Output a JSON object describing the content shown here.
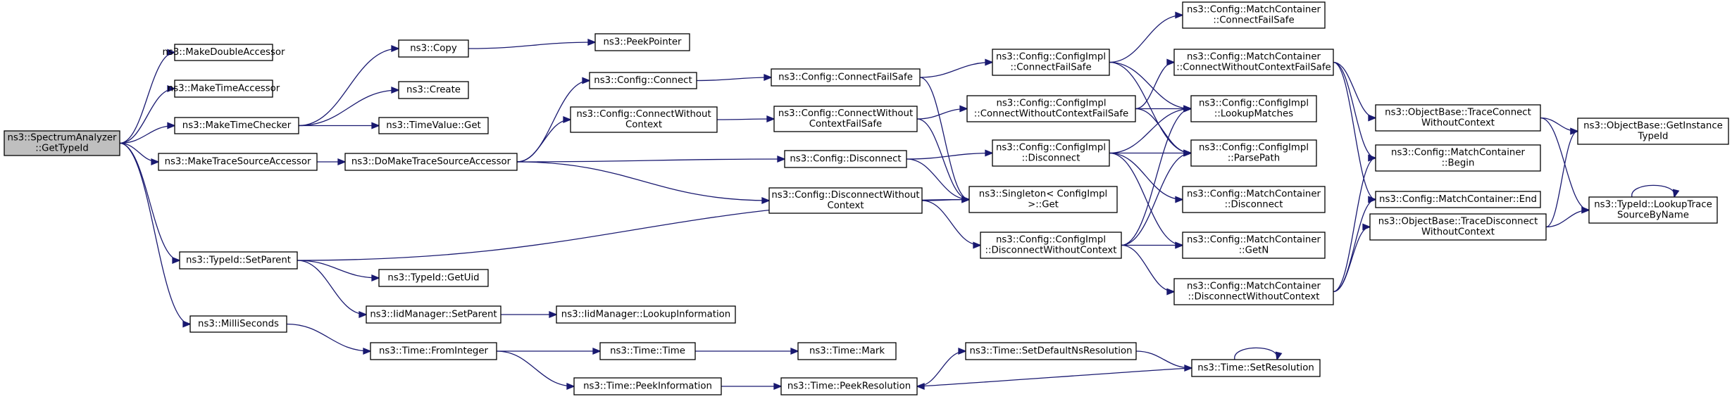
{
  "colors": {
    "edge": "#191970",
    "root_fill": "#bfbfbf",
    "node_fill": "#ffffff",
    "node_border": "#000000"
  },
  "nodes": {
    "n0": {
      "lines": [
        "ns3::SpectrumAnalyzer",
        "::GetTypeId"
      ],
      "root": true
    },
    "n1": {
      "lines": [
        "ns3::MakeDoubleAccessor"
      ]
    },
    "n2": {
      "lines": [
        "ns3::MakeTimeAccessor"
      ]
    },
    "n3": {
      "lines": [
        "ns3::MakeTimeChecker"
      ]
    },
    "n4": {
      "lines": [
        "ns3::MakeTraceSourceAccessor"
      ]
    },
    "n5": {
      "lines": [
        "ns3::TypeId::SetParent"
      ]
    },
    "n6": {
      "lines": [
        "ns3::MilliSeconds"
      ]
    },
    "n7": {
      "lines": [
        "ns3::Copy"
      ]
    },
    "n8": {
      "lines": [
        "ns3::PeekPointer"
      ]
    },
    "n9": {
      "lines": [
        "ns3::Create"
      ]
    },
    "n10": {
      "lines": [
        "ns3::TimeValue::Get"
      ]
    },
    "n11": {
      "lines": [
        "ns3::DoMakeTraceSourceAccessor"
      ]
    },
    "n12": {
      "lines": [
        "ns3::Config::Connect"
      ]
    },
    "n13": {
      "lines": [
        "ns3::Config::ConnectWithout",
        "Context"
      ]
    },
    "n14": {
      "lines": [
        "ns3::Config::ConnectFailSafe"
      ]
    },
    "n15": {
      "lines": [
        "ns3::Config::ConnectWithout",
        "ContextFailSafe"
      ]
    },
    "n16": {
      "lines": [
        "ns3::Config::Disconnect"
      ]
    },
    "n17": {
      "lines": [
        "ns3::Config::DisconnectWithout",
        "Context"
      ]
    },
    "n18": {
      "lines": [
        "ns3::Singleton< ConfigImpl",
        " >::Get"
      ]
    },
    "n19": {
      "lines": [
        "ns3::Config::ConfigImpl",
        "::ConnectFailSafe"
      ]
    },
    "n20": {
      "lines": [
        "ns3::Config::ConfigImpl",
        "::ConnectWithoutContextFailSafe"
      ]
    },
    "n21": {
      "lines": [
        "ns3::Config::ConfigImpl",
        "::Disconnect"
      ]
    },
    "n22": {
      "lines": [
        "ns3::Config::ConfigImpl",
        "::DisconnectWithoutContext"
      ]
    },
    "n23": {
      "lines": [
        "ns3::Config::MatchContainer",
        "::ConnectFailSafe"
      ]
    },
    "n24": {
      "lines": [
        "ns3::Config::MatchContainer",
        "::ConnectWithoutContextFailSafe"
      ]
    },
    "n25": {
      "lines": [
        "ns3::Config::ConfigImpl",
        "::LookupMatches"
      ]
    },
    "n26": {
      "lines": [
        "ns3::Config::ConfigImpl",
        "::ParsePath"
      ]
    },
    "n27": {
      "lines": [
        "ns3::Config::MatchContainer",
        "::Disconnect"
      ]
    },
    "n28": {
      "lines": [
        "ns3::Config::MatchContainer",
        "::GetN"
      ]
    },
    "n29": {
      "lines": [
        "ns3::Config::MatchContainer",
        "::DisconnectWithoutContext"
      ]
    },
    "n30": {
      "lines": [
        "ns3::ObjectBase::TraceConnect",
        "WithoutContext"
      ]
    },
    "n31": {
      "lines": [
        "ns3::Config::MatchContainer",
        "::Begin"
      ]
    },
    "n32": {
      "lines": [
        "ns3::Config::MatchContainer::End"
      ]
    },
    "n33": {
      "lines": [
        "ns3::ObjectBase::TraceDisconnect",
        "WithoutContext"
      ]
    },
    "n34": {
      "lines": [
        "ns3::ObjectBase::GetInstance",
        "TypeId"
      ]
    },
    "n35": {
      "lines": [
        "ns3::TypeId::LookupTrace",
        "SourceByName"
      ]
    },
    "n36": {
      "lines": [
        "ns3::TypeId::GetUid"
      ]
    },
    "n37": {
      "lines": [
        "ns3::IidManager::SetParent"
      ]
    },
    "n38": {
      "lines": [
        "ns3::IidManager::LookupInformation"
      ]
    },
    "n39": {
      "lines": [
        "ns3::Time::FromInteger"
      ]
    },
    "n40": {
      "lines": [
        "ns3::Time::Time"
      ]
    },
    "n41": {
      "lines": [
        "ns3::Time::Mark"
      ]
    },
    "n42": {
      "lines": [
        "ns3::Time::PeekInformation"
      ]
    },
    "n43": {
      "lines": [
        "ns3::Time::PeekResolution"
      ]
    },
    "n44": {
      "lines": [
        "ns3::Time::SetDefaultNsResolution"
      ]
    },
    "n45": {
      "lines": [
        "ns3::Time::SetResolution"
      ]
    }
  },
  "edges": [
    [
      "n0",
      "n1"
    ],
    [
      "n0",
      "n2"
    ],
    [
      "n0",
      "n3"
    ],
    [
      "n0",
      "n4"
    ],
    [
      "n0",
      "n5"
    ],
    [
      "n0",
      "n6"
    ],
    [
      "n3",
      "n7"
    ],
    [
      "n3",
      "n9"
    ],
    [
      "n3",
      "n10"
    ],
    [
      "n7",
      "n8"
    ],
    [
      "n4",
      "n11"
    ],
    [
      "n11",
      "n12"
    ],
    [
      "n11",
      "n13"
    ],
    [
      "n11",
      "n16"
    ],
    [
      "n11",
      "n17"
    ],
    [
      "n12",
      "n14"
    ],
    [
      "n13",
      "n15"
    ],
    [
      "n14",
      "n18"
    ],
    [
      "n14",
      "n19"
    ],
    [
      "n15",
      "n18"
    ],
    [
      "n15",
      "n20"
    ],
    [
      "n16",
      "n18"
    ],
    [
      "n16",
      "n21"
    ],
    [
      "n17",
      "n18"
    ],
    [
      "n17",
      "n22"
    ],
    [
      "n19",
      "n23"
    ],
    [
      "n19",
      "n25"
    ],
    [
      "n19",
      "n26"
    ],
    [
      "n20",
      "n24"
    ],
    [
      "n20",
      "n25"
    ],
    [
      "n20",
      "n26"
    ],
    [
      "n21",
      "n25"
    ],
    [
      "n21",
      "n26"
    ],
    [
      "n21",
      "n27"
    ],
    [
      "n21",
      "n28"
    ],
    [
      "n22",
      "n25"
    ],
    [
      "n22",
      "n26"
    ],
    [
      "n22",
      "n28"
    ],
    [
      "n22",
      "n29"
    ],
    [
      "n24",
      "n30"
    ],
    [
      "n24",
      "n31"
    ],
    [
      "n24",
      "n32"
    ],
    [
      "n29",
      "n31"
    ],
    [
      "n29",
      "n32"
    ],
    [
      "n29",
      "n33"
    ],
    [
      "n30",
      "n34"
    ],
    [
      "n30",
      "n35"
    ],
    [
      "n33",
      "n34"
    ],
    [
      "n33",
      "n35"
    ],
    [
      "n35",
      "n35"
    ],
    [
      "n5",
      "n18"
    ],
    [
      "n5",
      "n36"
    ],
    [
      "n5",
      "n37"
    ],
    [
      "n37",
      "n38"
    ],
    [
      "n6",
      "n39"
    ],
    [
      "n39",
      "n40"
    ],
    [
      "n39",
      "n42"
    ],
    [
      "n40",
      "n41"
    ],
    [
      "n42",
      "n43"
    ],
    [
      "n43",
      "n44"
    ],
    [
      "n44",
      "n45"
    ],
    [
      "n45",
      "n43"
    ],
    [
      "n45",
      "n45"
    ]
  ]
}
